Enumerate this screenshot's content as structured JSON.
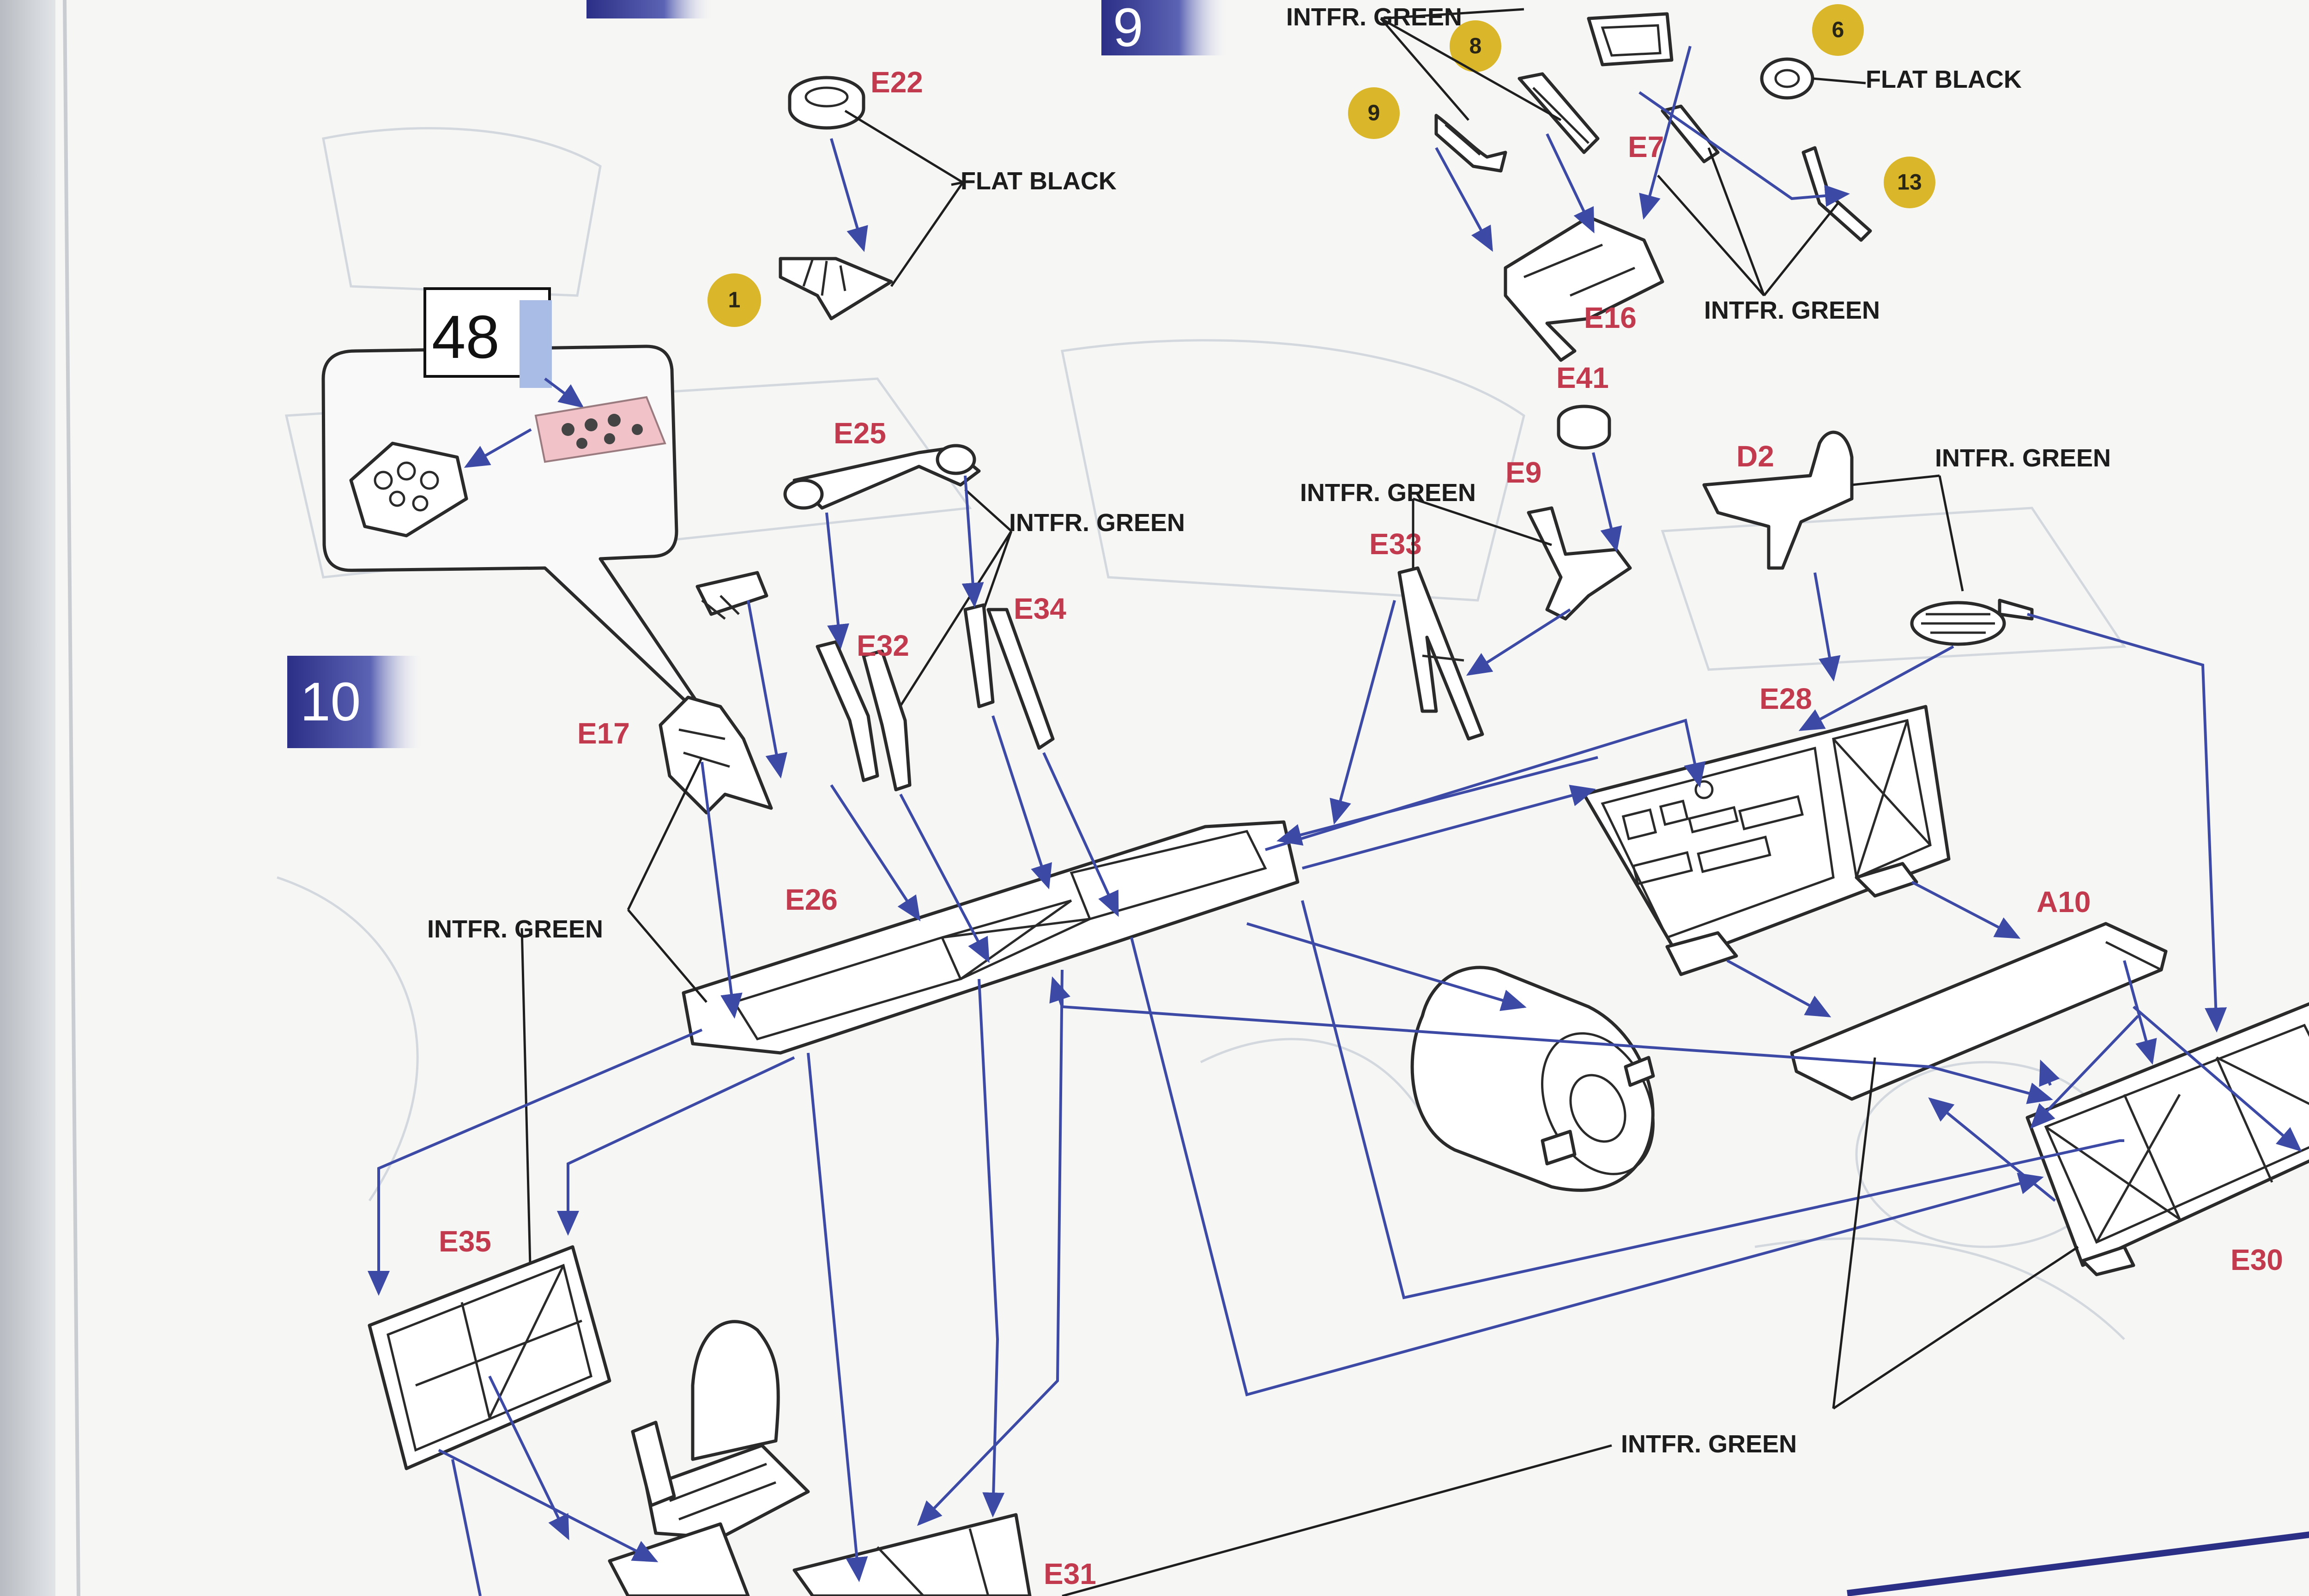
{
  "steps": [
    "9",
    "10"
  ],
  "parts": {
    "e22": "E22",
    "e25": "E25",
    "e32": "E32",
    "e34": "E34",
    "e17": "E17",
    "e26": "E26",
    "e35": "E35",
    "e31": "E31",
    "e33": "E33",
    "e9": "E9",
    "e41": "E41",
    "e16": "E16",
    "e7": "E7",
    "d2": "D2",
    "e28": "E28",
    "a10": "A10",
    "e30": "E30"
  },
  "colors_callouts": {
    "flat_black": "FLAT BLACK",
    "intfr_green": "INTFR. GREEN"
  },
  "badges": [
    "1",
    "9",
    "8",
    "6",
    "13"
  ],
  "decal_sheet_number": "48",
  "colors": {
    "paper": "#f6f6f4",
    "part_label_red": "#c23a4e",
    "arrow_blue": "#3c4aa6",
    "badge_yellow": "#d9b62a",
    "step_box_navy": "#2c2f86",
    "decal_pink": "#f1c3c8"
  }
}
